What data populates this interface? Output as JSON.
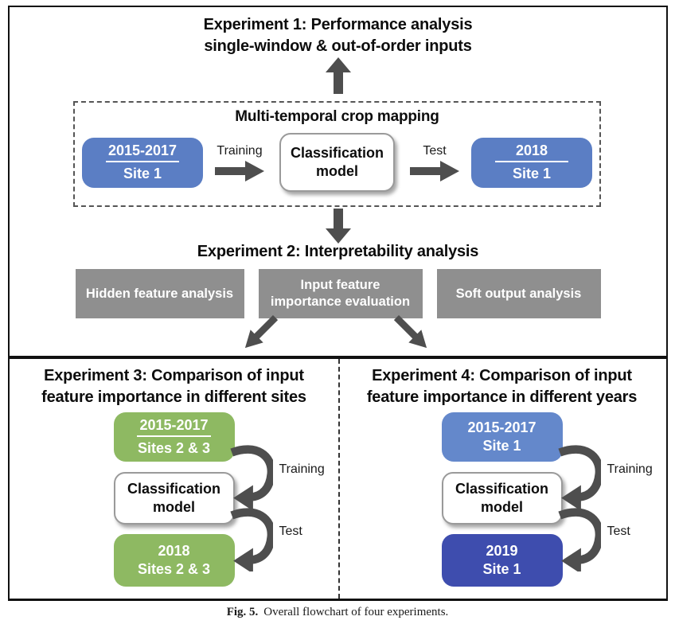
{
  "colors": {
    "blue_box": "#5B7EC4",
    "light_blue_box": "#6488CB",
    "dark_blue_box": "#3E4DAE",
    "green_box": "#8EB962",
    "gray_box": "#8F8F8F",
    "arrow": "#4E4E4E",
    "border": "#111111"
  },
  "experiment1": {
    "title": "Experiment 1: Performance analysis\nsingle-window & out-of-order inputs",
    "flow": {
      "title": "Multi-temporal crop mapping",
      "source": {
        "line1": "2015-2017",
        "line2": "Site 1"
      },
      "training_label": "Training",
      "model": "Classification\nmodel",
      "test_label": "Test",
      "target": {
        "line1": "2018",
        "line2": "Site 1"
      }
    }
  },
  "experiment2": {
    "title": "Experiment 2: Interpretability analysis",
    "boxes": [
      {
        "label": "Hidden feature analysis"
      },
      {
        "label": "Input feature\nimportance evaluation"
      },
      {
        "label": "Soft output analysis"
      }
    ]
  },
  "experiment3": {
    "title": "Experiment 3: Comparison of input\nfeature importance in different sites",
    "source": {
      "line1": "2015-2017",
      "line2": "Sites 2 & 3"
    },
    "training_label": "Training",
    "model": "Classification\nmodel",
    "test_label": "Test",
    "target": {
      "line1": "2018",
      "line2": "Sites 2 & 3"
    }
  },
  "experiment4": {
    "title": "Experiment 4: Comparison of input\nfeature importance in different years",
    "source": {
      "line1": "2015-2017",
      "line2": "Site 1"
    },
    "training_label": "Training",
    "model": "Classification\nmodel",
    "test_label": "Test",
    "target": {
      "line1": "2019",
      "line2": "Site 1"
    }
  },
  "caption": {
    "label": "Fig. 5.",
    "text": "Overall flowchart of four experiments."
  }
}
